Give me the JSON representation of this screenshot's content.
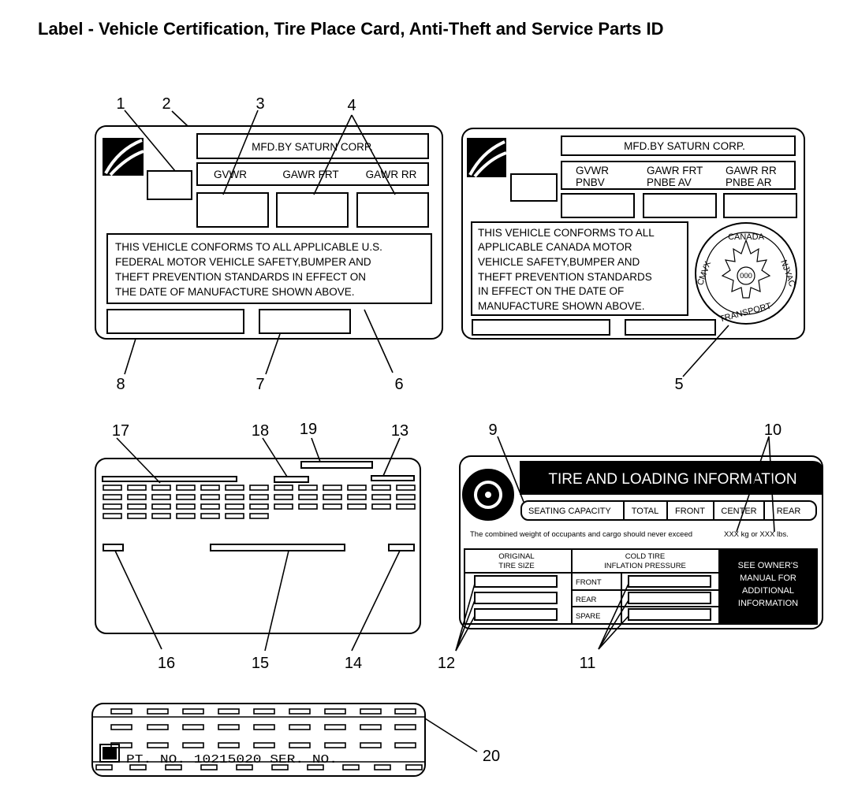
{
  "title": "Label - Vehicle Certification, Tire Place Card, Anti-Theft and Service Parts ID",
  "us_label": {
    "mfd": "MFD.BY SATURN CORP.",
    "gvwr": "GVWR",
    "gawr_frt": "GAWR FRT",
    "gawr_rr": "GAWR RR",
    "statement": [
      "THIS VEHICLE CONFORMS TO ALL APPLICABLE U.S.",
      "FEDERAL MOTOR VEHICLE SAFETY,BUMPER AND",
      "THEFT PREVENTION STANDARDS IN EFFECT ON",
      "THE DATE OF MANUFACTURE SHOWN ABOVE."
    ]
  },
  "canada_label": {
    "mfd": "MFD.BY SATURN CORP.",
    "col1": [
      "GVWR",
      "PNBV"
    ],
    "col2": [
      "GAWR FRT",
      "PNBE AV"
    ],
    "col3": [
      "GAWR RR",
      "PNBE AR"
    ],
    "statement": [
      "THIS VEHICLE CONFORMS TO ALL",
      "APPLICABLE CANADA MOTOR",
      "VEHICLE SAFETY,BUMPER AND",
      "THEFT PREVENTION STANDARDS",
      "IN EFFECT ON THE DATE OF",
      "MANUFACTURE SHOWN ABOVE."
    ],
    "seal": {
      "top": "CANADA",
      "right": "NJYAC",
      "left": "CMVX",
      "bottom": "TRANSPORT",
      "center": "000"
    }
  },
  "tire_label": {
    "header": "TIRE AND LOADING INFORMATION",
    "seating_capacity": "SEATING CAPACITY",
    "total": "TOTAL",
    "front": "FRONT",
    "center": "CENTER",
    "rear": "REAR",
    "weight_note": "The combined weight of occupants and cargo should never exceed",
    "weight_units": "XXX kg or XXX lbs.",
    "original_tire_size": [
      "ORIGINAL",
      "TIRE SIZE"
    ],
    "cold_tire": [
      "COLD TIRE",
      "INFLATION PRESSURE"
    ],
    "rows": [
      "FRONT",
      "REAR",
      "SPARE"
    ],
    "see_owners": [
      "SEE OWNER'S",
      "MANUAL FOR",
      "ADDITIONAL",
      "INFORMATION"
    ]
  },
  "service_parts": {
    "text": "PT. NO. 10215020 SER. NO."
  },
  "callouts": [
    "1",
    "2",
    "3",
    "4",
    "5",
    "6",
    "7",
    "8",
    "9",
    "10",
    "11",
    "12",
    "13",
    "14",
    "15",
    "16",
    "17",
    "18",
    "19",
    "20"
  ]
}
